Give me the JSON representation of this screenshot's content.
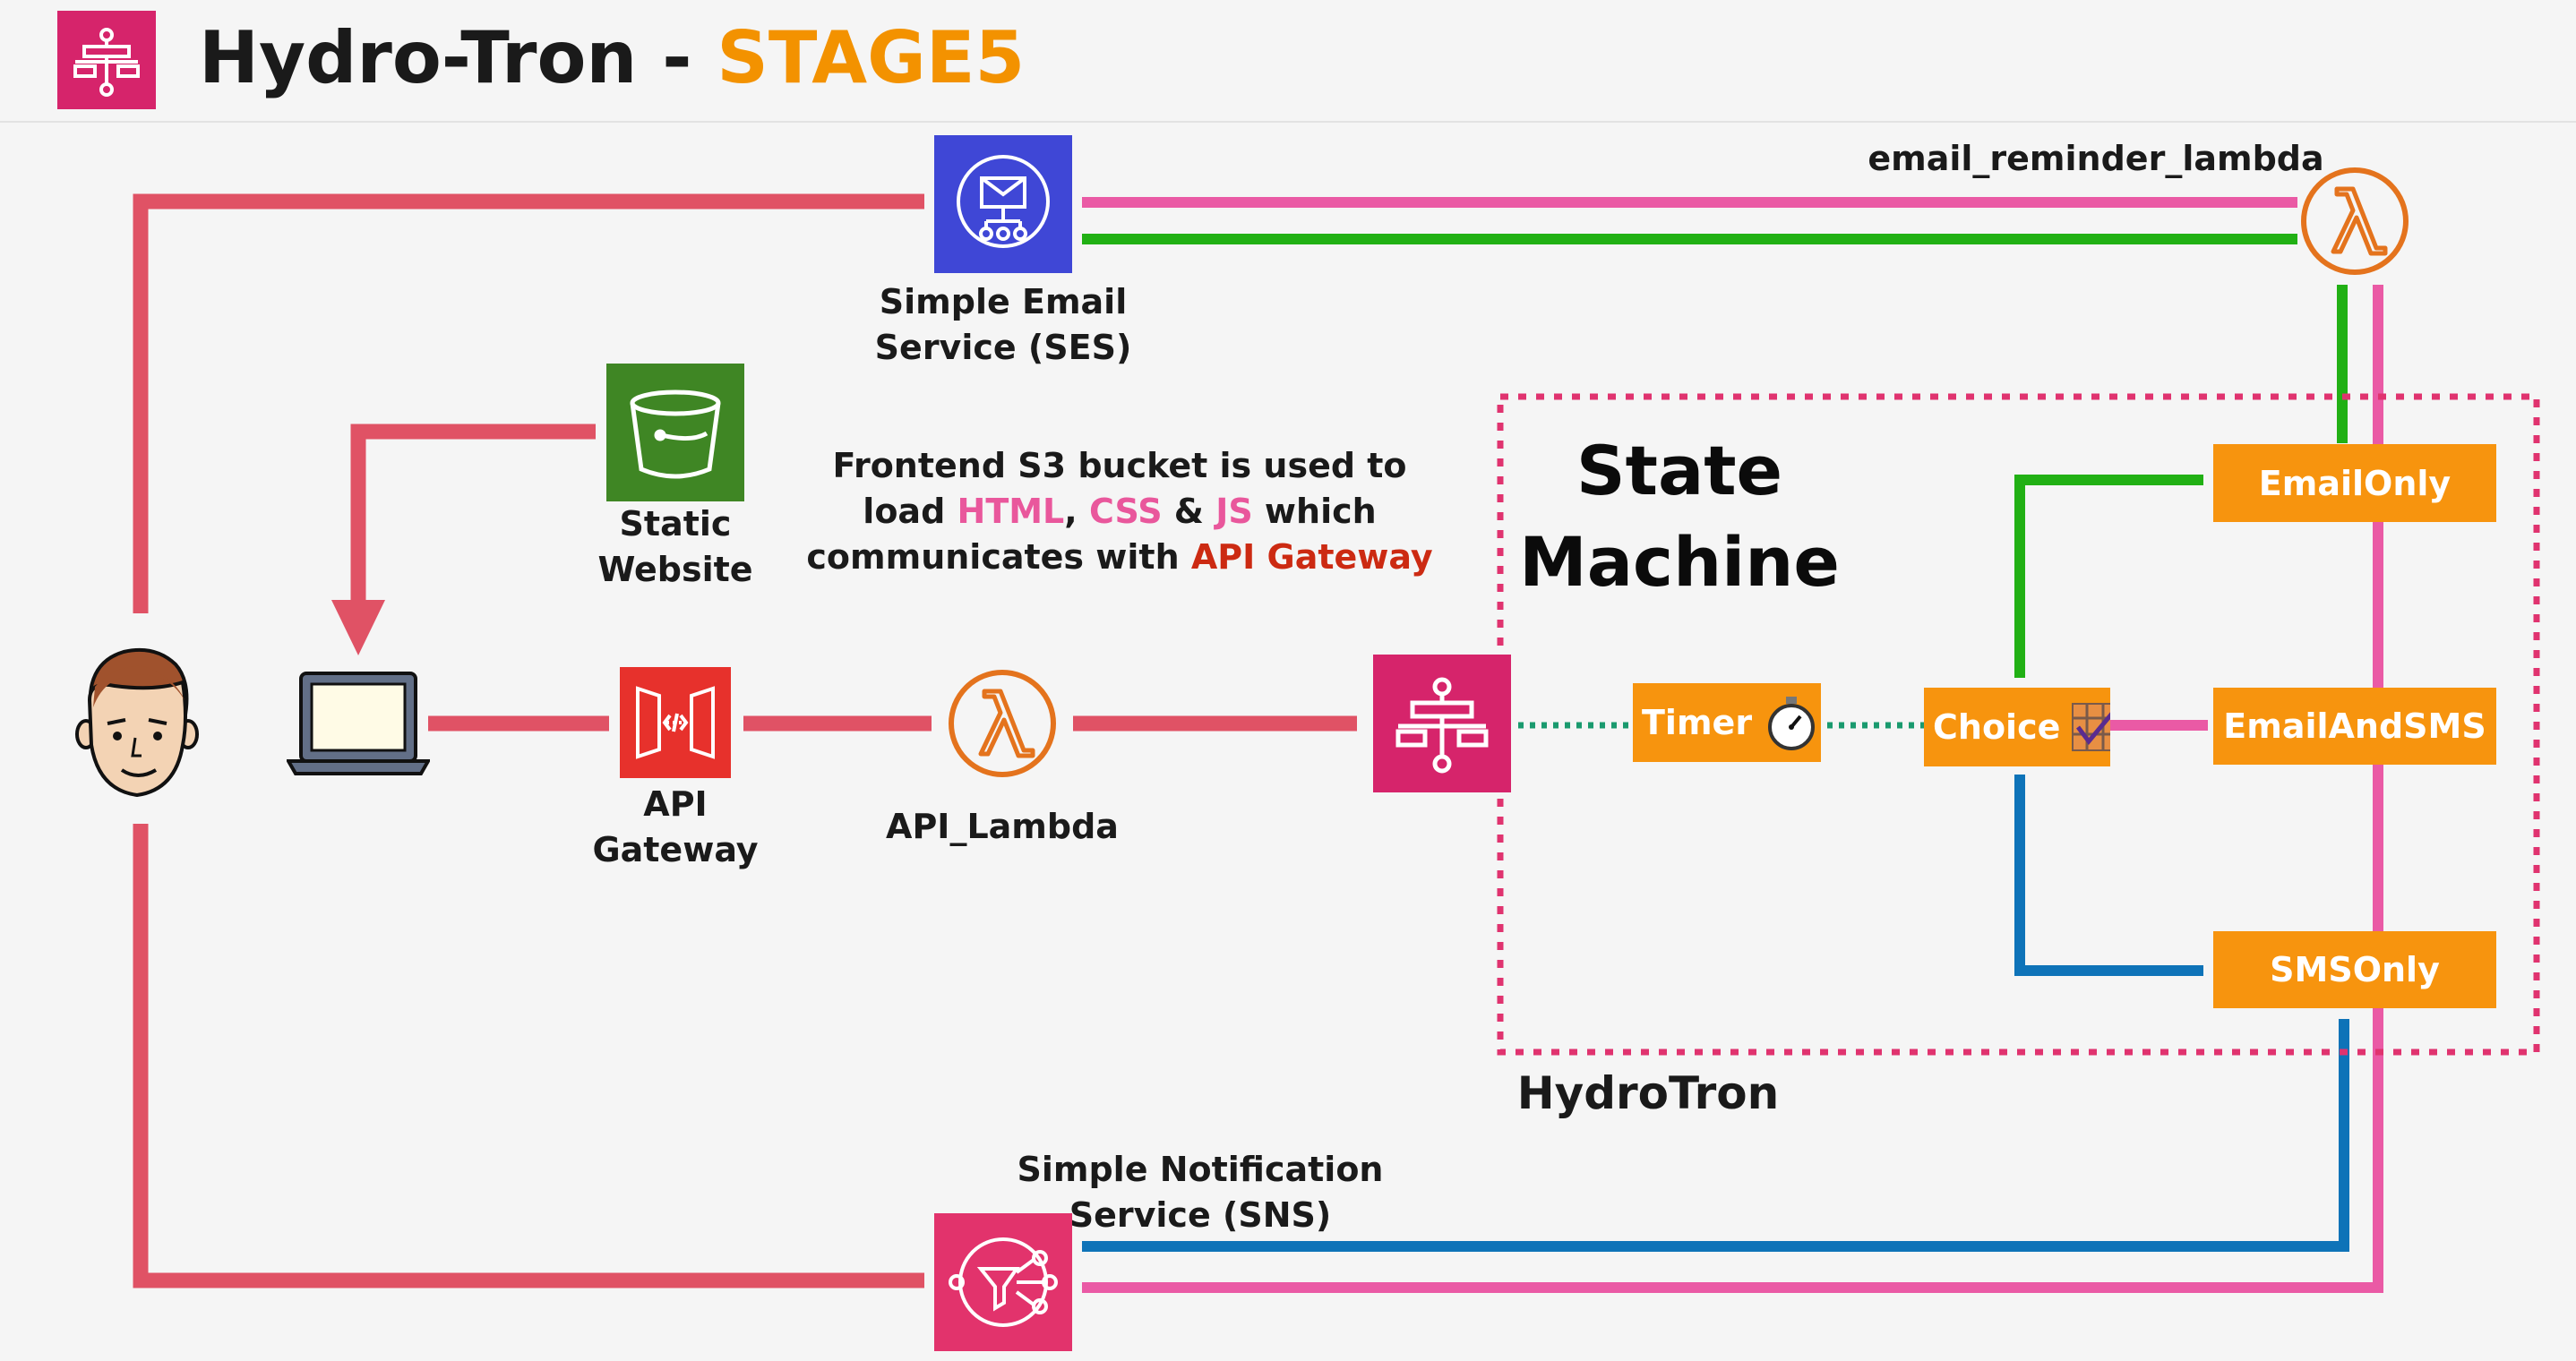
{
  "header": {
    "title": "Hydro-Tron - ",
    "stage": "STAGE5",
    "logo_icon": "step-functions-icon"
  },
  "nodes": {
    "ses": {
      "line1": "Simple Email",
      "line2": "Service (SES)",
      "icon": "ses-envelope-icon",
      "color": "#3f47d6"
    },
    "s3": {
      "line1": "Static",
      "line2": "Website",
      "icon": "s3-bucket-icon",
      "color": "#3f8624"
    },
    "api_gateway": {
      "line1": "API",
      "line2": "Gateway",
      "icon": "api-gateway-icon",
      "color": "#e7312c"
    },
    "api_lambda": {
      "label": "API_Lambda",
      "icon": "lambda-icon",
      "color": "#e4731d"
    },
    "reminder_lambda": {
      "label": "email_reminder_lambda",
      "icon": "lambda-icon"
    },
    "sns": {
      "line1": "Simple Notification",
      "line2": "Service (SNS)",
      "icon": "sns-icon",
      "color": "#e2336c"
    },
    "state_machine": {
      "icon": "step-functions-icon",
      "color": "#d6246b"
    },
    "user": {
      "icon": "user-avatar-icon"
    },
    "laptop": {
      "icon": "laptop-icon"
    }
  },
  "note": {
    "line1": "Frontend S3 bucket is used to",
    "line2_a": "load ",
    "html": "HTML",
    "comma": ", ",
    "css": "CSS",
    "amp": " & ",
    "js": "JS",
    "line2_b": " which",
    "line3_a": "communicates with ",
    "api": "API Gateway"
  },
  "state_machine": {
    "title_line1": "State",
    "title_line2": "Machine",
    "container_label": "HydroTron",
    "states": {
      "timer": "Timer",
      "choice": "Choice",
      "email_only": "EmailOnly",
      "email_and_sms": "EmailAndSMS",
      "sms_only": "SMSOnly"
    }
  },
  "colors": {
    "red_flow": "#e05265",
    "pink_flow": "#ea5aa5",
    "green_flow": "#21b014",
    "blue_flow": "#0e73b8",
    "state_orange": "#f7940e",
    "dotted_border": "#e0336f",
    "dotted_teal": "#1a9a6e",
    "stage_orange": "#f39200"
  }
}
